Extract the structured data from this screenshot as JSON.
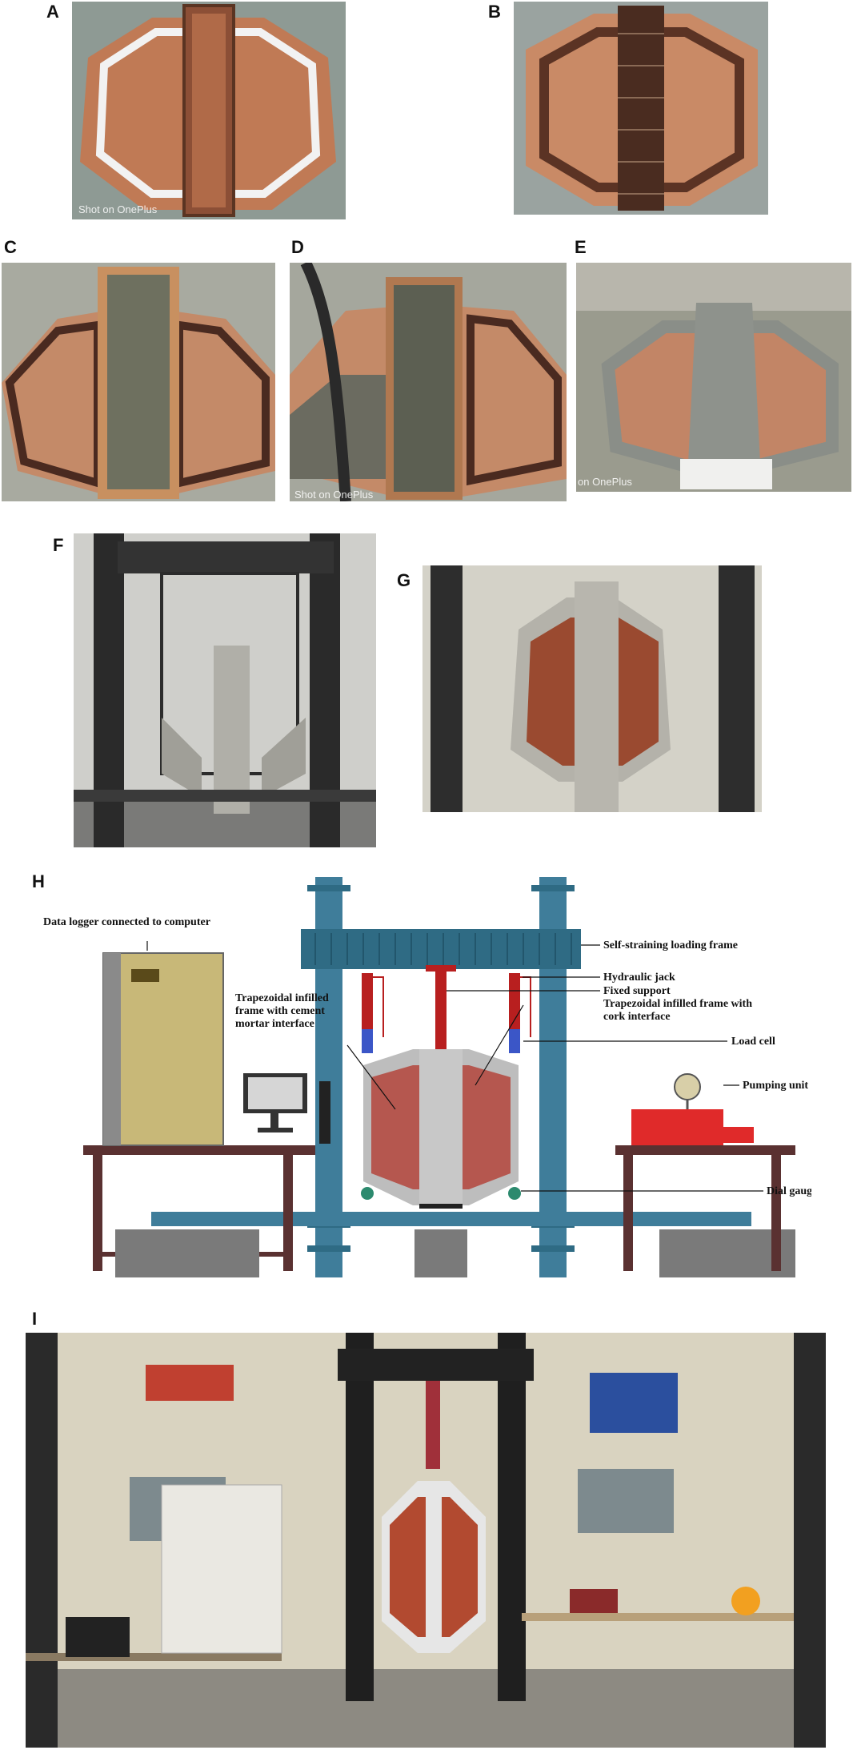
{
  "panels": {
    "A": {
      "label": "A",
      "caption": "Shot on OnePlus"
    },
    "B": {
      "label": "B"
    },
    "C": {
      "label": "C"
    },
    "D": {
      "label": "D",
      "caption": "Shot on OnePlus"
    },
    "E": {
      "label": "E",
      "caption": "on OnePlus"
    },
    "F": {
      "label": "F"
    },
    "G": {
      "label": "G"
    },
    "H": {
      "label": "H"
    },
    "I": {
      "label": "I"
    }
  },
  "diagram": {
    "data_logger": "Data logger connected to computer",
    "loading_frame": "Self-straining loading frame",
    "hydraulic_jack": "Hydraulic jack",
    "fixed_support": "Fixed support",
    "cork_line1": "Trapezoidal infilled frame with",
    "cork_line2": "cork interface",
    "cement_line1": "Trapezoidal infilled",
    "cement_line2": "frame with cement",
    "cement_line3": "mortar interface",
    "load_cell": "Load cell",
    "pumping_unit": "Pumping unit",
    "dial_gauge": "Dial gauge"
  },
  "colors": {
    "column_blue": "#3f7d9a",
    "beam_blue": "#2f6b84",
    "jack_red": "#b81f1f",
    "infill_red": "#b5574f",
    "frame_grey": "#bdbdbd",
    "table_brown": "#5a3131",
    "pump_red": "#e02a2a",
    "logger_tan": "#c8b878"
  }
}
